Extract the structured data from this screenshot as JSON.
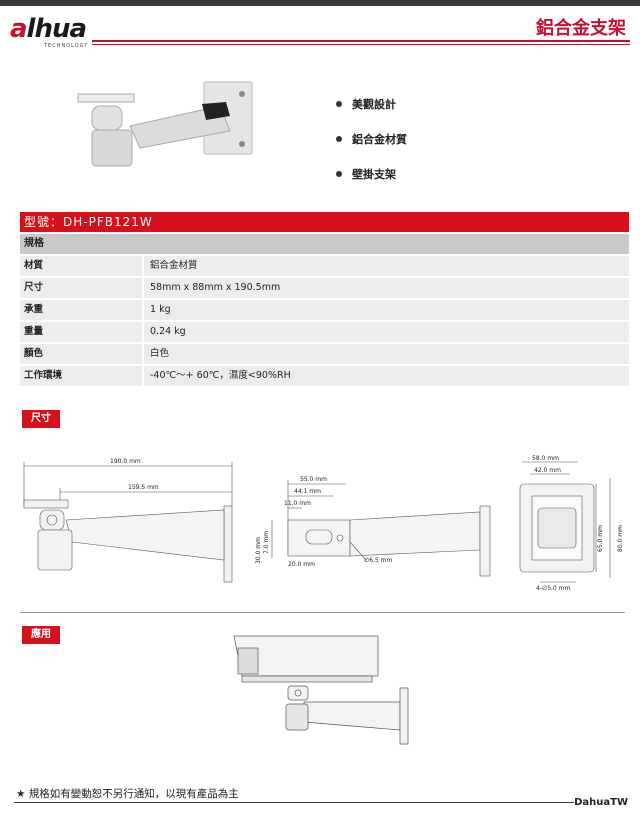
{
  "header": {
    "logo_prefix": "a",
    "logo_rest": "lhua",
    "logo_tagline": "TECHNOLOGY",
    "title": "鋁合金支架"
  },
  "features": [
    "美觀設計",
    "鋁合金材質",
    "壁掛支架"
  ],
  "model": {
    "label": "型號：DH-PFB121W"
  },
  "specs": {
    "heading": "規格",
    "rows": [
      {
        "key": "材質",
        "value": "鋁合金材質"
      },
      {
        "key": "尺寸",
        "value": "58mm x 88mm x 190.5mm"
      },
      {
        "key": "承重",
        "value": "1 kg"
      },
      {
        "key": "重量",
        "value": "0.24 kg"
      },
      {
        "key": "顏色",
        "value": "白色"
      },
      {
        "key": "工作環境",
        "value": "-40℃～+ 60℃，濕度<90%RH"
      }
    ]
  },
  "sections": {
    "dimensions": "尺寸",
    "application": "應用"
  },
  "dimensions": {
    "d1": "190.0 mm",
    "d2": "159.5 mm",
    "d3": "55.0 mm",
    "d4": "44.1 mm",
    "d5": "11.0 mm",
    "d6": "30.0 mm",
    "d7": "7.0 mm",
    "d8": "20.0 mm",
    "d9": "∅6.5 mm",
    "d10": "58.0 mm",
    "d11": "42.0 mm",
    "d12": "65.0 mm",
    "d13": "80.0 mm",
    "d14": "4-∅5.0 mm"
  },
  "footer": {
    "note": "★  規格如有變動恕不另行通知，以現有產品為主",
    "brand": "DahuaTW"
  },
  "colors": {
    "brand_red": "#d5111b",
    "spec_row": "#ececec",
    "spec_head": "#c9c9c9"
  }
}
